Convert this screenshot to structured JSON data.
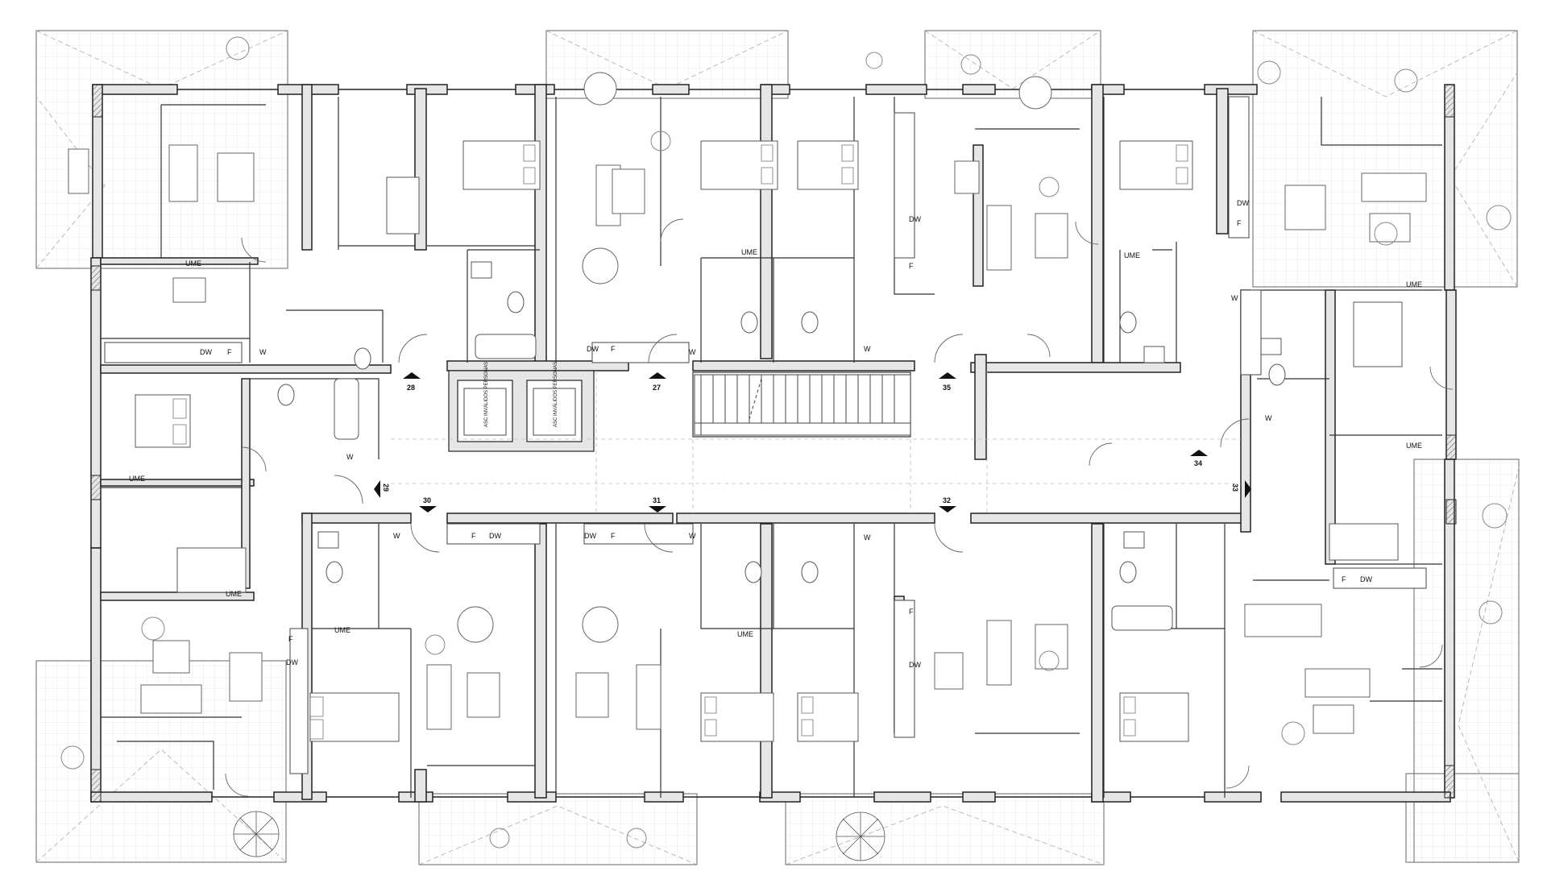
{
  "plan": {
    "appliance_labels": {
      "dw": "DW",
      "f": "F",
      "w": "W",
      "ume": "UME"
    },
    "door_numbers": [
      "27",
      "28",
      "29",
      "30",
      "31",
      "32",
      "33",
      "34",
      "35"
    ],
    "lift_label": "ASC INVÁLIDOS PERSONAS",
    "colors": {
      "wall_fill": "#e6e6e6",
      "wall_stroke": "#222222",
      "line": "#555555",
      "light_line": "#9a9a9a",
      "grid": "#cfcfcf",
      "paper": "#ffffff"
    }
  }
}
